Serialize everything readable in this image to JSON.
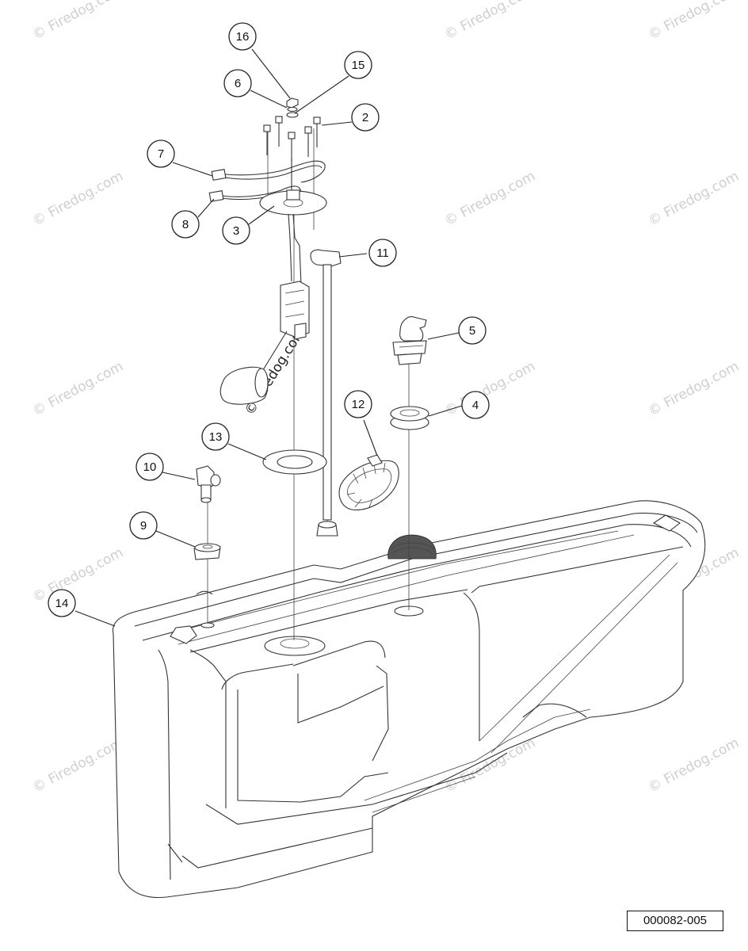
{
  "watermark": "© Firedog.com",
  "drawing_number": "000082-005",
  "callouts": [
    {
      "id": "c16",
      "label": "16"
    },
    {
      "id": "c6",
      "label": "6"
    },
    {
      "id": "c15",
      "label": "15"
    },
    {
      "id": "c2",
      "label": "2"
    },
    {
      "id": "c7",
      "label": "7"
    },
    {
      "id": "c8",
      "label": "8"
    },
    {
      "id": "c3",
      "label": "3"
    },
    {
      "id": "c11",
      "label": "11"
    },
    {
      "id": "c5",
      "label": "5"
    },
    {
      "id": "c12",
      "label": "12"
    },
    {
      "id": "c4",
      "label": "4"
    },
    {
      "id": "c13",
      "label": "13"
    },
    {
      "id": "c10",
      "label": "10"
    },
    {
      "id": "c9",
      "label": "9"
    },
    {
      "id": "c14",
      "label": "14"
    }
  ]
}
